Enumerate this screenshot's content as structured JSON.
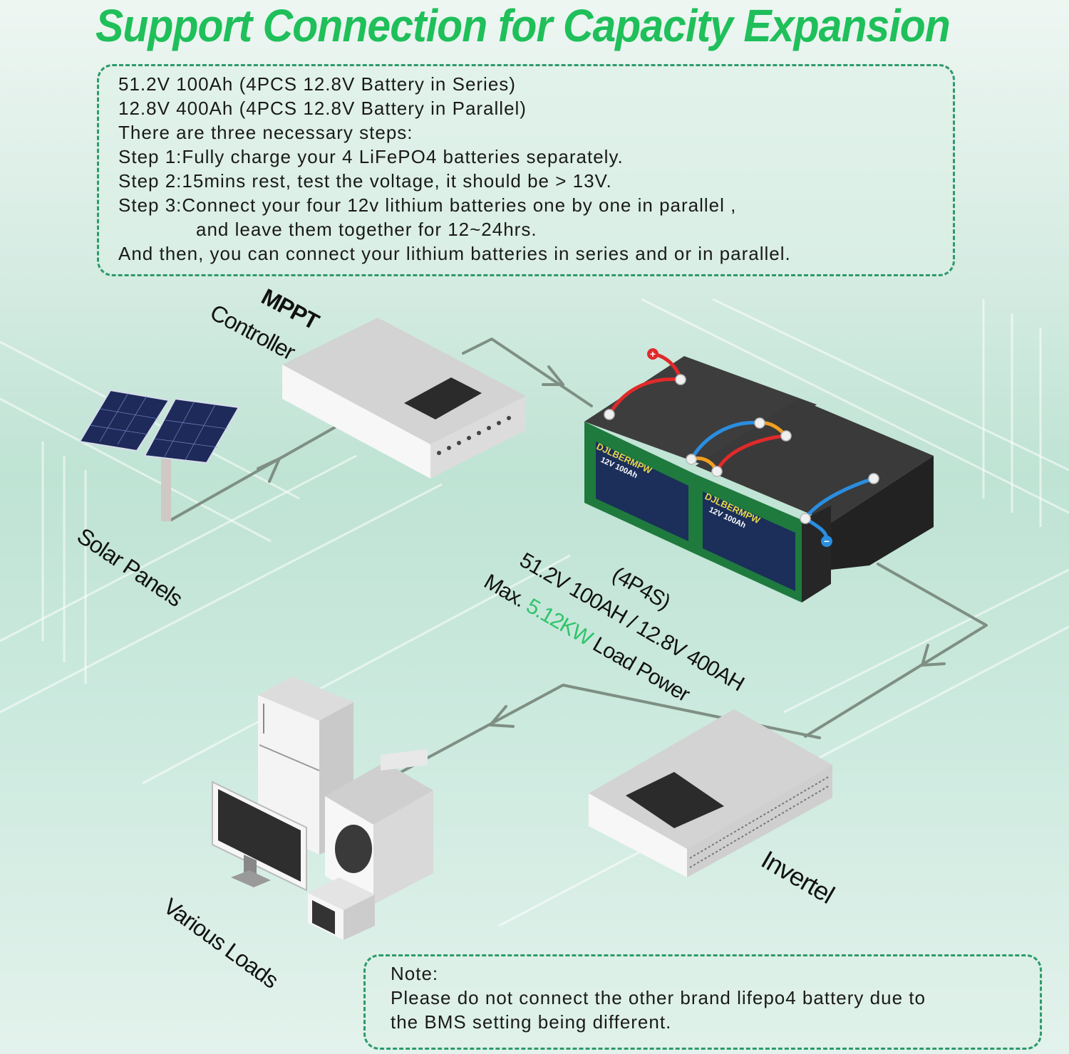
{
  "title": "Support Connection for Capacity Expansion",
  "info": {
    "lines": [
      "51.2V 100Ah (4PCS 12.8V Battery in Series)",
      "12.8V 400Ah (4PCS 12.8V Battery in Parallel)",
      "There are three necessary steps:",
      "Step 1:Fully charge your 4 LiFePO4 batteries separately.",
      "Step 2:15mins rest, test the voltage, it should be > 13V.",
      "Step 3:Connect your four 12v lithium batteries one by one in parallel ,",
      "and leave them together for 12~24hrs.",
      "And then, you can connect your lithium batteries in series and or in parallel."
    ]
  },
  "labels": {
    "mppt_line1": "MPPT",
    "mppt_line2": "Controller",
    "solar": "Solar Panels",
    "config": "(4P4S)",
    "spec": "51.2V 100AH / 12.8V 400AH",
    "load_prefix": "Max.",
    "load_value": "5.12KW",
    "load_suffix": "Load Power",
    "inverter": "Invertel",
    "loads": "Various Loads"
  },
  "battery": {
    "brand": "DJLBERMPW",
    "rating": "12V 100Ah",
    "positive_symbol": "+",
    "negative_symbol": "−"
  },
  "note": {
    "heading": "Note:",
    "line1": "Please do not connect the other brand lifepo4 battery due to",
    "line2": "the BMS setting being different."
  },
  "colors": {
    "title_green": "#1fbf5a",
    "dashed_border": "#2e9a6a",
    "highlight_green": "#2fc46a",
    "wire_red": "#e02a2a",
    "wire_blue": "#2a8ee0",
    "wire_orange": "#f0a020",
    "flow_arrow": "#7f8f84"
  }
}
